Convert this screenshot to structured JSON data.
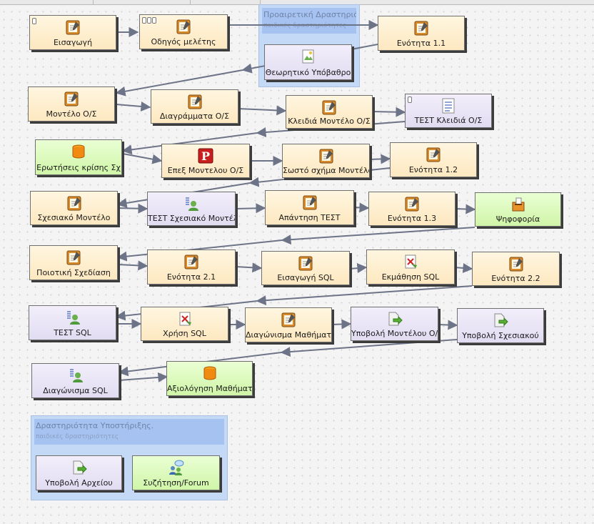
{
  "groups": {
    "optional": {
      "title": "Προαιρετική Δραστηριότητα",
      "subtitle": "παιδικές δραστηριότητες"
    },
    "support": {
      "title": "Δραστηριότητα Υποστήριξης.",
      "subtitle": "παιδικές δραστηριότητες"
    }
  },
  "nodes": {
    "eisagogi": {
      "label": "Εισαγωγή",
      "icon": "notepad-icon"
    },
    "odigos": {
      "label": "Οδηγός μελέτης",
      "icon": "notepad-icon"
    },
    "enotita11": {
      "label": "Ενότητα 1.1",
      "icon": "notepad-icon"
    },
    "theoritiko": {
      "label": "Θεωρητικό Υπόβαθρο",
      "icon": "image-doc-icon"
    },
    "montelo": {
      "label": "Μοντέλο Ο/Σ",
      "icon": "notepad-icon"
    },
    "diagrammata": {
      "label": "Διαγράμματα Ο/Σ",
      "icon": "notepad-icon"
    },
    "kleidia": {
      "label": "Κλειδιά Μοντέλο Ο/Σ",
      "icon": "notepad-icon"
    },
    "test_kleidia": {
      "label": "ΤΕΣΤ Κλειδιά Ο/Σ",
      "icon": "checklist-icon"
    },
    "erotiseis": {
      "label": "Ερωτήσεις κρίσης Σχ",
      "icon": "database-icon"
    },
    "epex": {
      "label": "Επεξ Μοντελου Ο/Σ",
      "icon": "p-badge-icon"
    },
    "sosto": {
      "label": "Σωστό σχήμα Μοντέλου",
      "icon": "notepad-icon"
    },
    "enotita12": {
      "label": "Ενότητα 1.2",
      "icon": "notepad-icon"
    },
    "sxesiako": {
      "label": "Σχεσιακό Μοντέλο",
      "icon": "notepad-icon"
    },
    "test_sxesiako": {
      "label": "ΤΕΣΤ Σχεσιακό Μοντέλο",
      "icon": "user-list-icon"
    },
    "apantisi": {
      "label": "Απάντηση ΤΕΣΤ",
      "icon": "notepad-icon"
    },
    "enotita13": {
      "label": "Ενότητα 1.3",
      "icon": "notepad-icon"
    },
    "psifoforia": {
      "label": "Ψηφοφορία",
      "icon": "ballot-icon"
    },
    "poiotiki": {
      "label": "Ποιοτική Σχεδίαση",
      "icon": "notepad-icon"
    },
    "enotita21": {
      "label": "Ενότητα 2.1",
      "icon": "notepad-icon"
    },
    "eisagogi_sql": {
      "label": "Εισαγωγή SQL",
      "icon": "notepad-icon"
    },
    "ekmathisi": {
      "label": "Εκμάθηση SQL",
      "icon": "scissors-doc-icon"
    },
    "enotita22": {
      "label": "Ενότητα 2.2",
      "icon": "notepad-icon"
    },
    "test_sql": {
      "label": "ΤΕΣΤ SQL",
      "icon": "user-list-icon"
    },
    "xrisi": {
      "label": "Χρήση SQL",
      "icon": "scissors-doc-icon"
    },
    "diagonisma_math": {
      "label": "Διαγώνισμα Μαθήματος",
      "icon": "notepad-icon"
    },
    "ypovoli_montelou": {
      "label": "Υποβολή Μοντέλου Ο/Σ",
      "icon": "submit-icon"
    },
    "ypovoli_sxesiakou": {
      "label": "Υποβολή Σχεσιακού",
      "icon": "submit-icon"
    },
    "diagonisma_sql": {
      "label": "Διαγώνισμα SQL",
      "icon": "user-list-icon"
    },
    "axiologisi": {
      "label": "Αξιολόγηση Μαθήματος",
      "icon": "database-icon"
    },
    "ypovoli_arxeiou": {
      "label": "Υποβολή Αρχείου",
      "icon": "submit-icon"
    },
    "syzitisi": {
      "label": "Συζήτηση/Forum",
      "icon": "forum-icon"
    }
  },
  "colors": {
    "arrow": "#6e7488",
    "content": "#fde8c0",
    "test": "#e2dcf2",
    "green": "#d0f5a8",
    "group": "#c4d9f6"
  }
}
